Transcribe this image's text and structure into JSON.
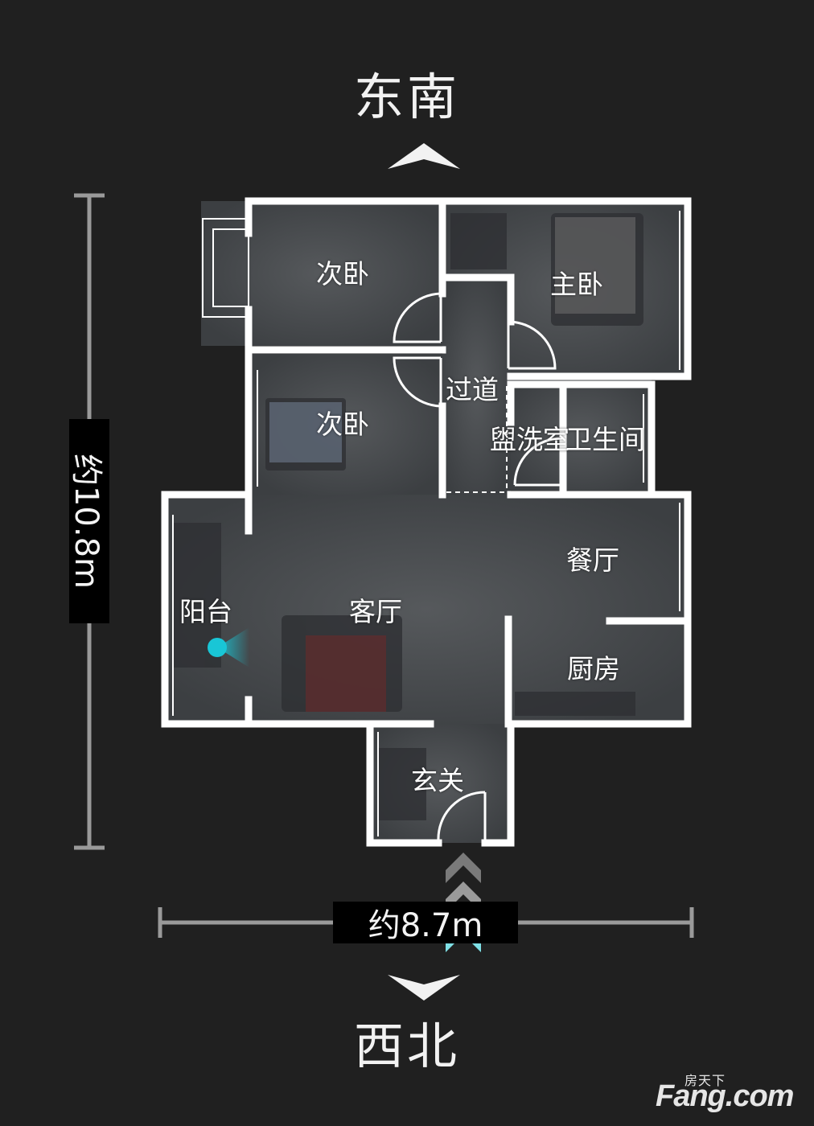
{
  "compass": {
    "top": "东南",
    "bottom": "西北"
  },
  "dimensions": {
    "height": "约10.8m",
    "width": "约8.7m"
  },
  "rooms": {
    "bedroom_secondary_top": "次卧",
    "master_bedroom": "主卧",
    "corridor": "过道",
    "bedroom_secondary_mid": "次卧",
    "washroom": "盥洗室",
    "bathroom": "卫生间",
    "dining_room": "餐厅",
    "balcony": "阳台",
    "living_room": "客厅",
    "kitchen": "厨房",
    "entrance": "玄关"
  },
  "watermark": {
    "brand_cn": "房天下",
    "brand_en": "Fang.com"
  },
  "colors": {
    "background": "#202020",
    "wall": "#ffffff",
    "floor": "#4a4d50",
    "position_marker": "#19c6d6"
  },
  "icons": {
    "up_arrow": "chevron-up-icon",
    "down_arrow": "chevron-down-icon",
    "entrance_arrows": "triple-chevron-up-icon",
    "position_marker": "viewpoint-marker-icon"
  }
}
